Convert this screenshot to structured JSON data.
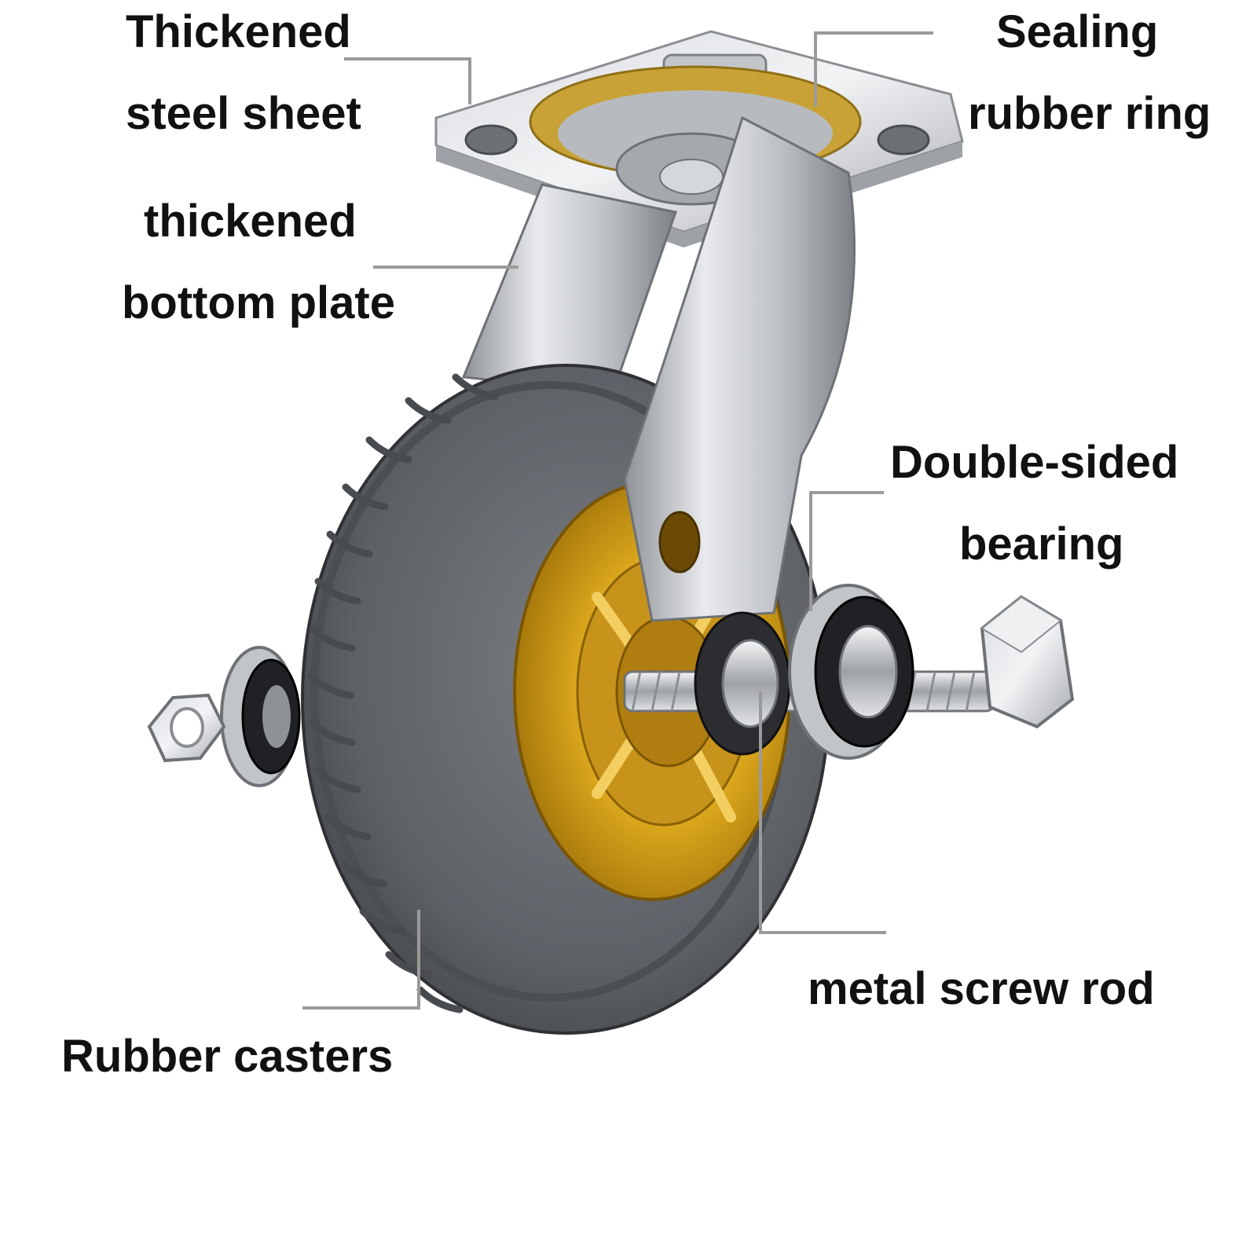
{
  "labels": {
    "steel_sheet": {
      "line1": "Thickened",
      "line2": "steel sheet"
    },
    "rubber_ring": {
      "line1": "Sealing",
      "line2": "rubber ring"
    },
    "bottom_plate": {
      "line1": "thickened",
      "line2": "bottom plate"
    },
    "bearing": {
      "line1": "Double-sided",
      "line2": "bearing"
    },
    "screw_rod": {
      "text": "metal screw rod"
    },
    "casters": {
      "text": "Rubber casters"
    }
  },
  "colors": {
    "label_text": "#111111",
    "leader_line": "#9a9a9a",
    "tire": "#5f6368",
    "hub": "#d4a017",
    "steel": "#c9ccd0"
  }
}
